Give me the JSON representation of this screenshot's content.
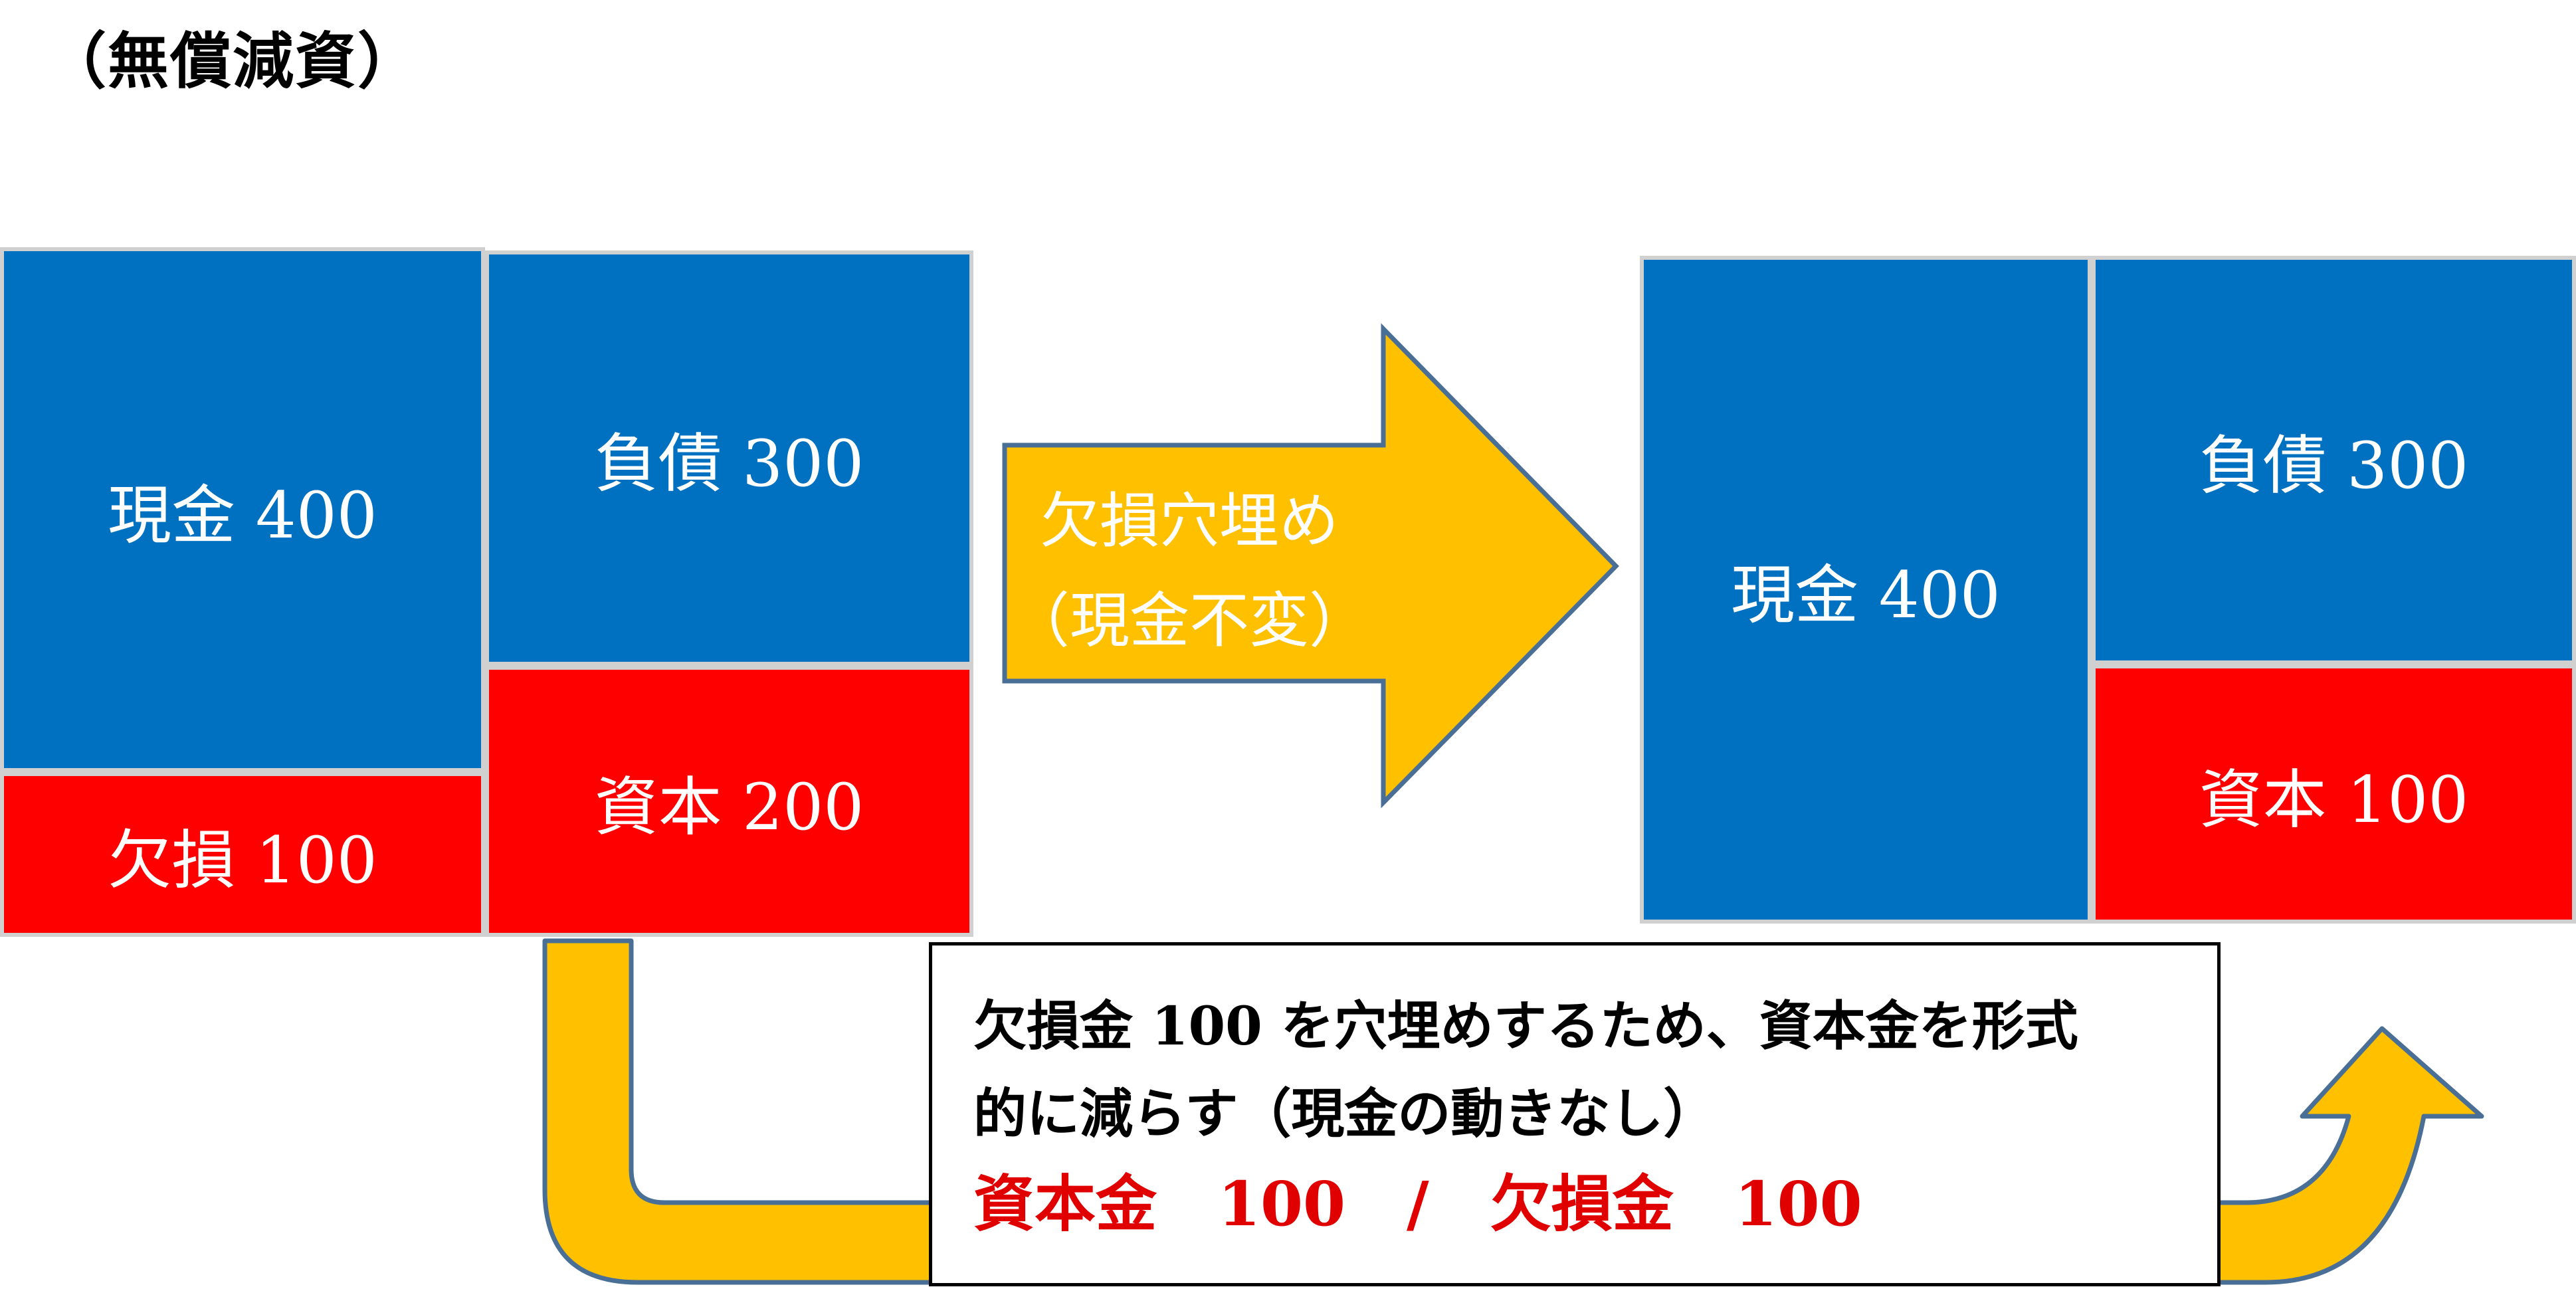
{
  "title": "（無償減資）",
  "before": {
    "cash": "現金 400",
    "deficit": "欠損 100",
    "liabilities": "負債 300",
    "capital": "資本 200"
  },
  "arrow": {
    "line1": "欠損穴埋め",
    "line2": "（現金不変）"
  },
  "after": {
    "cash": "現金 400",
    "liabilities": "負債 300",
    "capital": "資本 100"
  },
  "note": {
    "line1": "欠損金 100 を穴埋めするため、資本金を形式",
    "line2": "的に減らす（現金の動きなし）",
    "entry": "資本金　100　/　欠損金　100"
  },
  "colors": {
    "asset_blue": "#0070c0",
    "capital_red": "#ff0000",
    "arrow_yellow": "#ffc000",
    "arrow_outline": "#4a6f96",
    "entry_red": "#e00000"
  }
}
